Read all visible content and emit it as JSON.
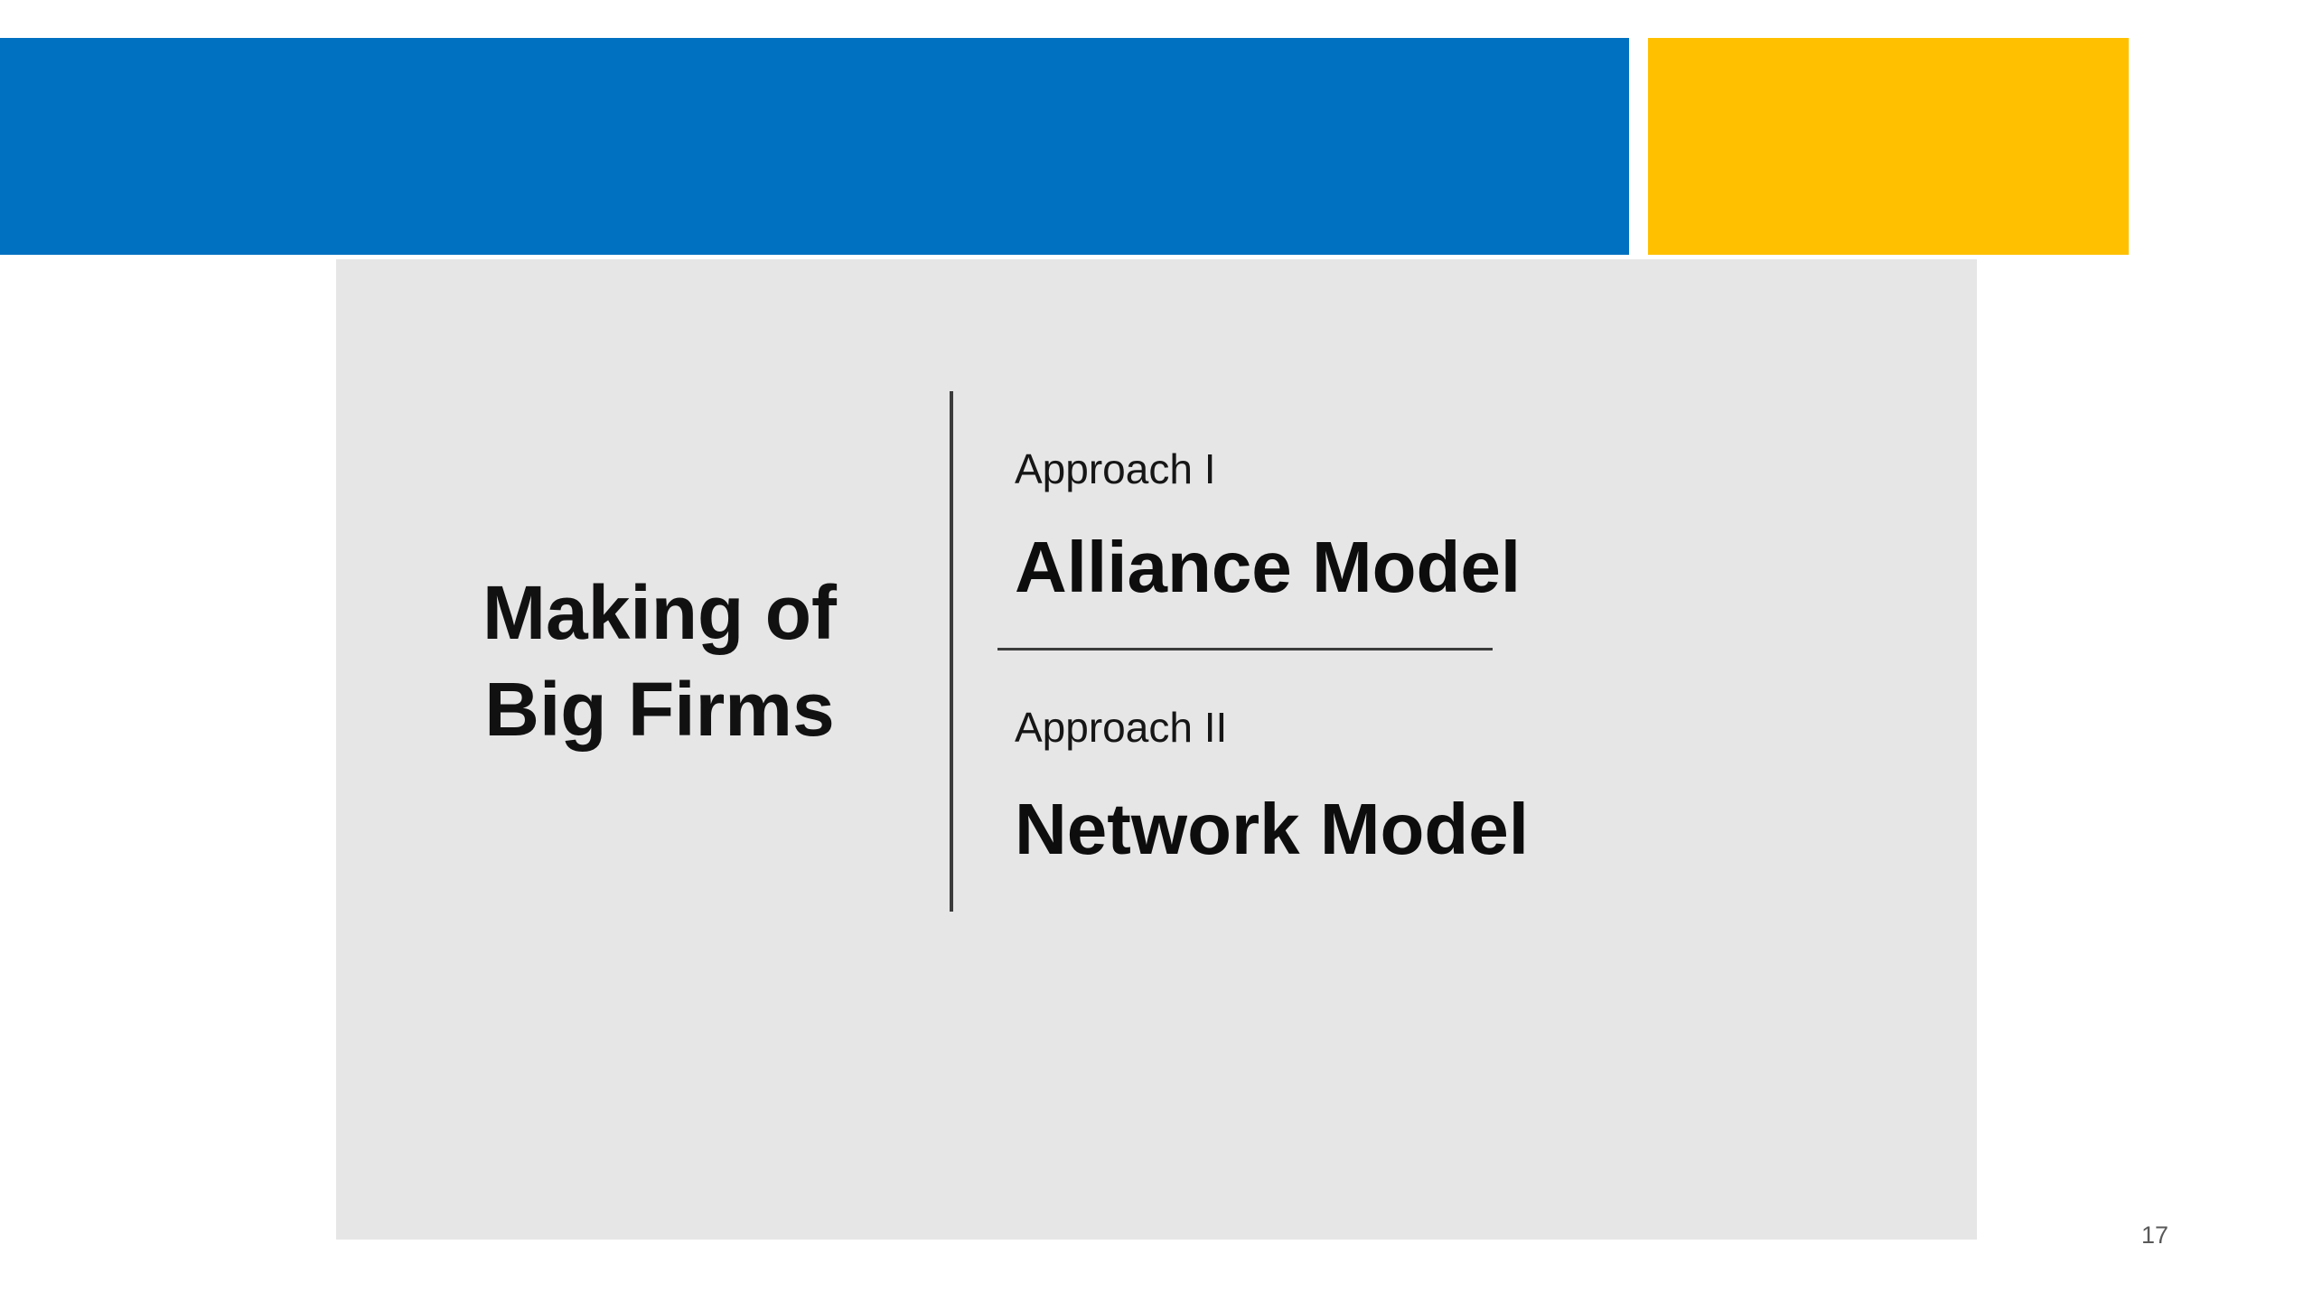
{
  "slide": {
    "title": {
      "line1": "Making of",
      "line2": "Big Firms"
    },
    "approach1": {
      "label": "Approach I",
      "title": "Alliance Model"
    },
    "approach2": {
      "label": "Approach II",
      "title": "Network Model"
    },
    "page_number": "17"
  },
  "colors": {
    "banner_blue": "#0070C0",
    "banner_gold": "#FFC000",
    "panel_gray": "#E7E6E6",
    "text_dark": "#111111",
    "divider_gray": "#3B3B3B",
    "page_number_gray": "#595959"
  }
}
